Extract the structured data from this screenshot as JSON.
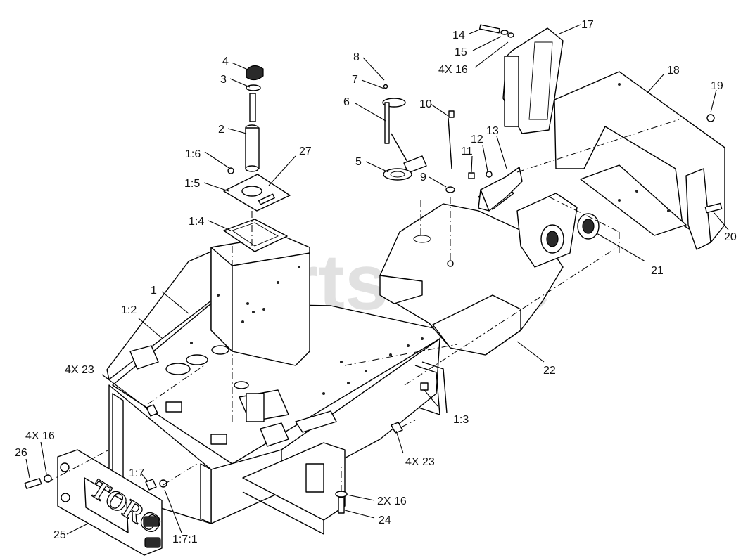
{
  "watermark": {
    "text": "PartsTree",
    "mark": "™"
  },
  "nameplate_text": "TORO",
  "labels": [
    {
      "id": "lbl-1",
      "text": "1"
    },
    {
      "id": "lbl-1-2",
      "text": "1:2"
    },
    {
      "id": "lbl-1-3",
      "text": "1:3"
    },
    {
      "id": "lbl-1-4",
      "text": "1:4"
    },
    {
      "id": "lbl-1-5",
      "text": "1:5"
    },
    {
      "id": "lbl-1-6",
      "text": "1:6"
    },
    {
      "id": "lbl-1-7",
      "text": "1:7"
    },
    {
      "id": "lbl-1-7-1",
      "text": "1:7:1"
    },
    {
      "id": "lbl-2",
      "text": "2"
    },
    {
      "id": "lbl-3",
      "text": "3"
    },
    {
      "id": "lbl-4",
      "text": "4"
    },
    {
      "id": "lbl-5",
      "text": "5"
    },
    {
      "id": "lbl-6",
      "text": "6"
    },
    {
      "id": "lbl-7",
      "text": "7"
    },
    {
      "id": "lbl-8",
      "text": "8"
    },
    {
      "id": "lbl-9",
      "text": "9"
    },
    {
      "id": "lbl-10",
      "text": "10"
    },
    {
      "id": "lbl-11",
      "text": "11"
    },
    {
      "id": "lbl-12",
      "text": "12"
    },
    {
      "id": "lbl-13",
      "text": "13"
    },
    {
      "id": "lbl-14",
      "text": "14"
    },
    {
      "id": "lbl-15",
      "text": "15"
    },
    {
      "id": "lbl-4x16-top",
      "text": "4X 16"
    },
    {
      "id": "lbl-17",
      "text": "17"
    },
    {
      "id": "lbl-18",
      "text": "18"
    },
    {
      "id": "lbl-19",
      "text": "19"
    },
    {
      "id": "lbl-20",
      "text": "20"
    },
    {
      "id": "lbl-21",
      "text": "21"
    },
    {
      "id": "lbl-22",
      "text": "22"
    },
    {
      "id": "lbl-27",
      "text": "27"
    },
    {
      "id": "lbl-4x23-left",
      "text": "4X 23"
    },
    {
      "id": "lbl-4x23-right",
      "text": "4X 23"
    },
    {
      "id": "lbl-4x16-left",
      "text": "4X 16"
    },
    {
      "id": "lbl-26",
      "text": "26"
    },
    {
      "id": "lbl-25",
      "text": "25"
    },
    {
      "id": "lbl-2x16",
      "text": "2X 16"
    },
    {
      "id": "lbl-24",
      "text": "24"
    }
  ]
}
